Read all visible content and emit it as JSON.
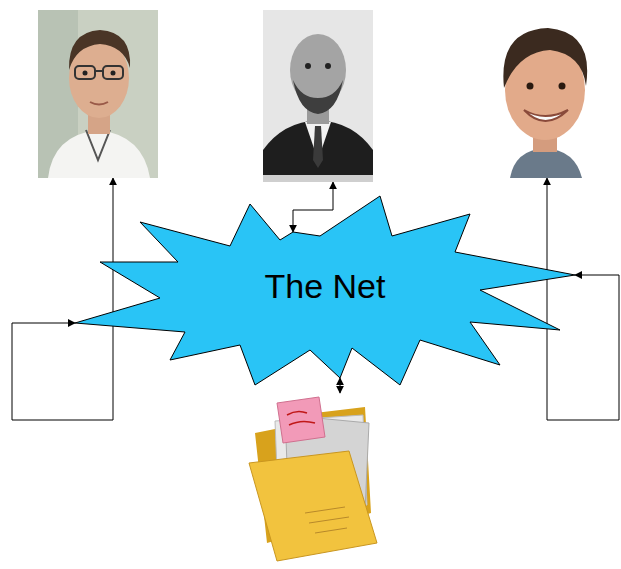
{
  "diagram": {
    "nodes": [
      {
        "text": []
      },
      {
        "text": []
      },
      {
        "text": []
      },
      {
        "text": [
          "The Net"
        ]
      },
      {
        "text": []
      }
    ],
    "edges": [
      {
        "from": 3,
        "to": 0,
        "arrow": "both"
      },
      {
        "from": 3,
        "to": 1,
        "arrow": "both"
      },
      {
        "from": 3,
        "to": 2,
        "arrow": "both"
      },
      {
        "from": 4,
        "to": 3,
        "arrow": "both"
      }
    ]
  }
}
